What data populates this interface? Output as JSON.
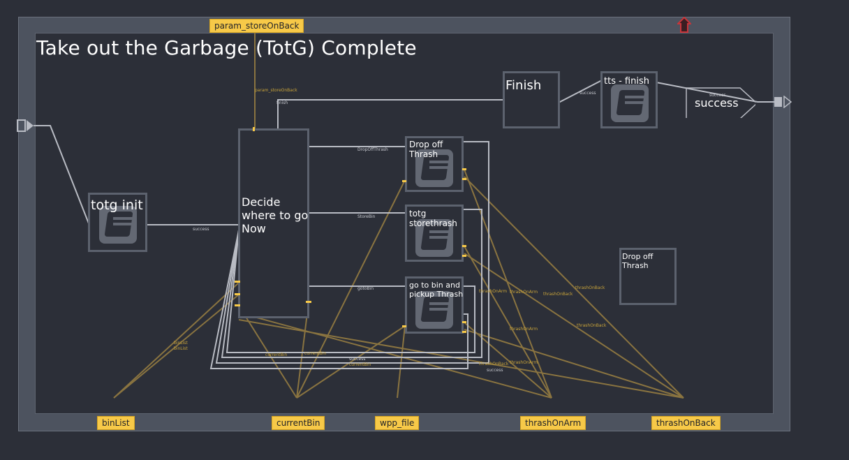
{
  "graph": {
    "title": "Take out the Garbage (TotG) Complete",
    "outcome": {
      "label": "success"
    }
  },
  "nodes": {
    "init": {
      "label": "totg init"
    },
    "decide": {
      "label": "Decide\nwhere to go\nNow"
    },
    "drop_off": {
      "label": "Drop off\nThrash"
    },
    "store": {
      "label": "totg\nstorethrash"
    },
    "goto_bin": {
      "label": "go to bin and\npickup Thrash"
    },
    "finish": {
      "label": "Finish"
    },
    "tts_finish": {
      "label": "tts - finish"
    },
    "drop_off_right": {
      "label": "Drop off\nThrash"
    }
  },
  "params": {
    "top": "param_storeOnBack",
    "bottom": [
      "binList",
      "currentBin",
      "wpp_file",
      "thrashOnArm",
      "thrashOnBack"
    ]
  },
  "edge_labels": {
    "init_success": "success",
    "drop_off_thrash": "DropOffThrash",
    "store_bin": "StoreBin",
    "goto_bin": "gotoBin",
    "finish": "finish",
    "tts_success": "success",
    "outcome_success": "success",
    "param_top": "param_storeOnBack",
    "bin_list_a": "binList",
    "bin_list_b": "binList",
    "current_bin_a": "currentBin",
    "current_bin_b": "currentBin",
    "current_bin_c": "currentBin",
    "success_a": "success",
    "success_b": "success",
    "thrash_on_arm_a": "thrashOnArm",
    "thrash_on_arm_b": "thrashOnArm",
    "thrash_on_arm_c": "thrashOnArm",
    "thrash_on_arm_d": "thrashOnArm",
    "thrash_on_back_a": "thrashOnBack",
    "thrash_on_back_b": "thrashOnBack",
    "thrash_on_back_c": "thrashOnBack",
    "thrash_on_back_d": "thrashOnBack"
  },
  "colors": {
    "background": "#2c2f38",
    "frame": "#4d535f",
    "node_border": "#5c626e",
    "param_tag": "#f7c948",
    "data_edge": "#8a7440",
    "flow_edge": "#b9bcc4",
    "exit_marker": "#c8353a"
  },
  "icons": [
    "input-port-icon",
    "output-port-icon",
    "exit-house-icon",
    "book-icon"
  ]
}
